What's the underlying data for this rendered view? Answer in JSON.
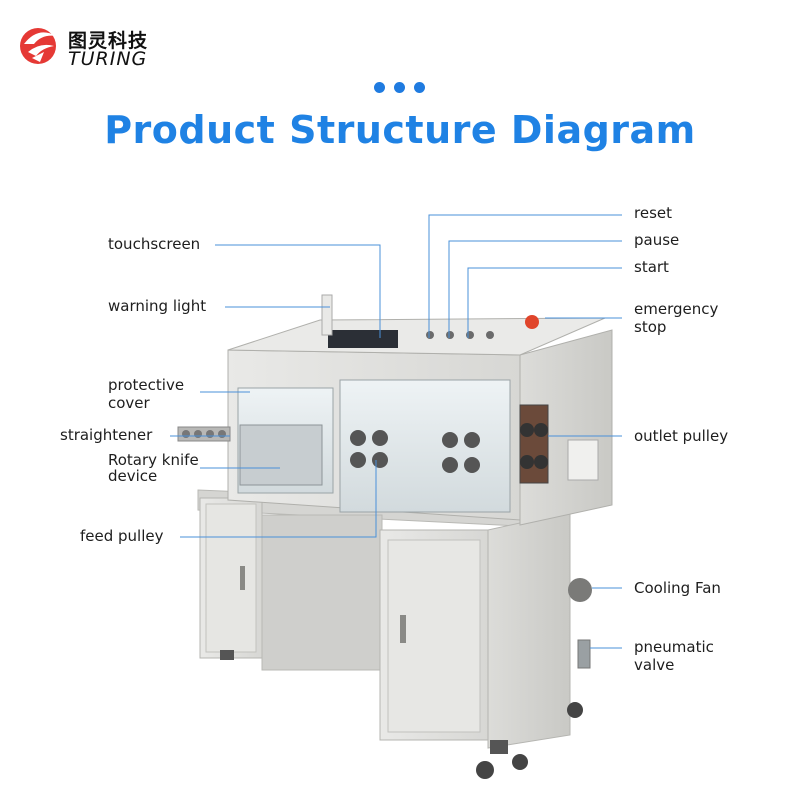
{
  "brand": {
    "name_cn": "图灵科技",
    "name_en": "TURING",
    "colors": {
      "primary": "#1f82e4",
      "logo_red": "#e53935"
    }
  },
  "title": "Product Structure Diagram",
  "labels": {
    "reset": "reset",
    "pause": "pause",
    "start": "start",
    "emergency_stop_1": "emergency",
    "emergency_stop_2": "stop",
    "touchscreen": "touchscreen",
    "warning_light": "warning light",
    "protective_cover_1": "protective",
    "protective_cover_2": "cover",
    "straightener": "straightener",
    "rotary_knife_1": "Rotary knife",
    "rotary_knife_2": "device",
    "outlet_pulley": "outlet pulley",
    "feed_pulley": "feed pulley",
    "cooling_fan": "Cooling Fan",
    "pneumatic_valve_1": "pneumatic",
    "pneumatic_valve_2": "valve"
  }
}
